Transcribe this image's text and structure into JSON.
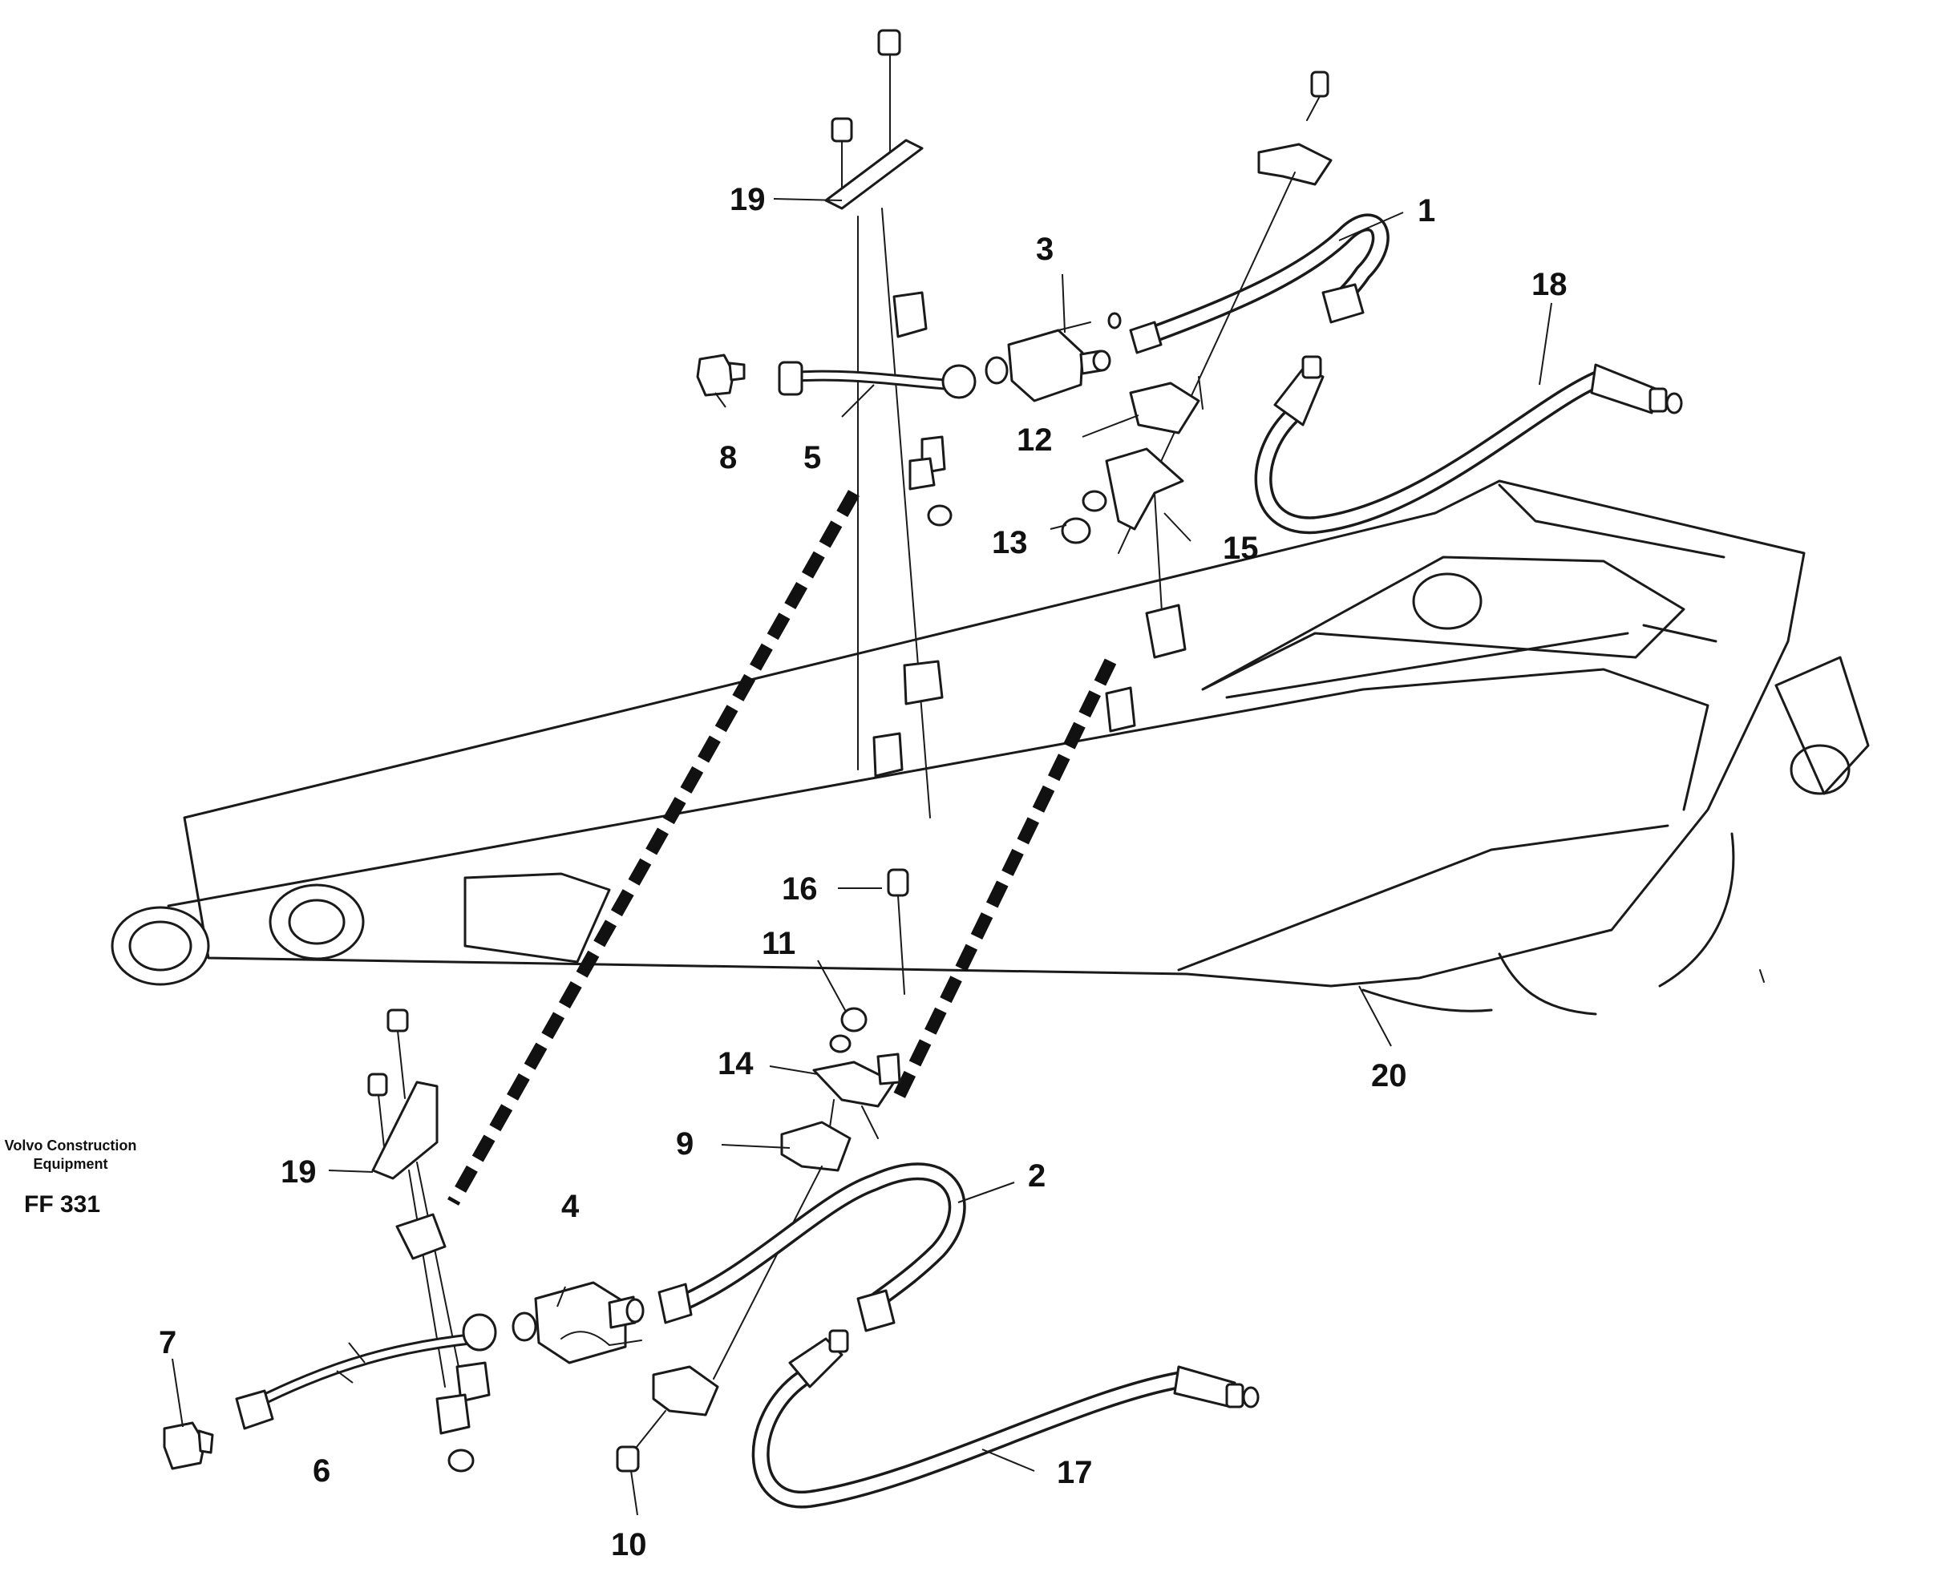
{
  "caption": {
    "maker_line1": "Volvo Construction",
    "maker_line2": "Equipment",
    "drawing_code": "FF 331"
  },
  "callouts": {
    "c1": "1",
    "c2": "2",
    "c3": "3",
    "c4": "4",
    "c5": "5",
    "c6": "6",
    "c7": "7",
    "c8": "8",
    "c9": "9",
    "c10": "10",
    "c11": "11",
    "c12": "12",
    "c13": "13",
    "c14": "14",
    "c15": "15",
    "c16": "16",
    "c17": "17",
    "c18": "18",
    "c19_top": "19",
    "c19_bottom": "19",
    "c20": "20"
  }
}
